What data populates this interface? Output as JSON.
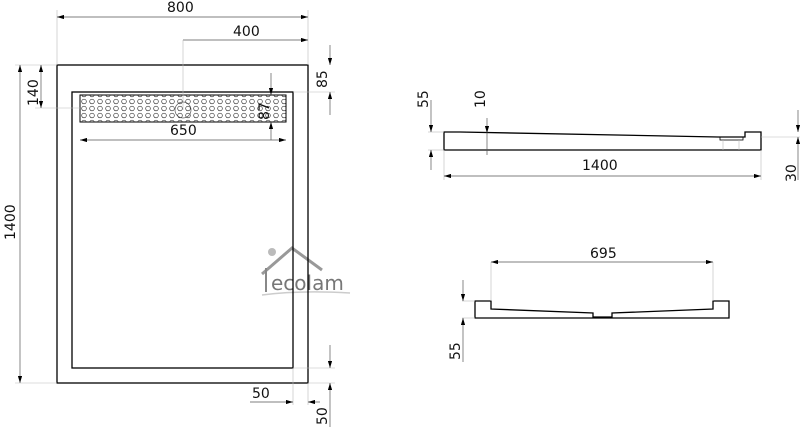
{
  "top_view": {
    "width": "800",
    "drain_offset": "400",
    "border_top": "140",
    "grate_inset": "85",
    "grate_height": "87",
    "grate_length": "650",
    "length": "1400",
    "margin_x": "50",
    "margin_y": "50"
  },
  "side_view": {
    "height": "55",
    "slope": "10",
    "length": "1400",
    "step": "30"
  },
  "end_view": {
    "inner_width": "695",
    "height": "55"
  },
  "logo": {
    "text": "ecolam"
  }
}
